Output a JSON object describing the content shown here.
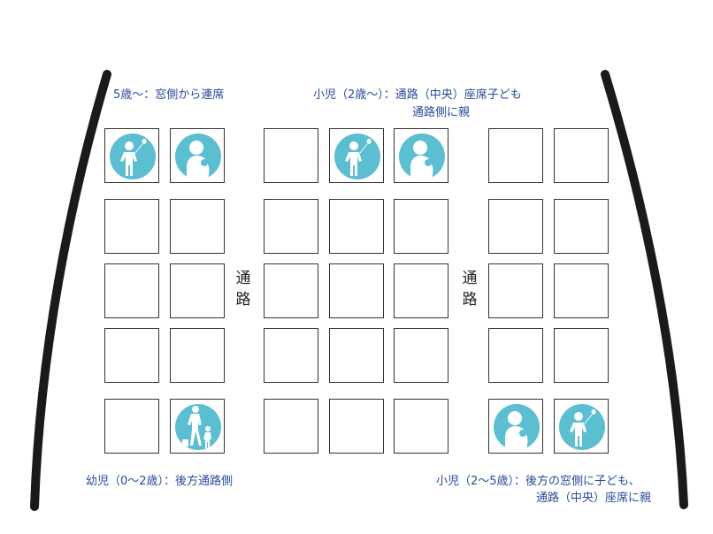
{
  "notes": {
    "top_left": "5歳〜：窓側から連席",
    "top_center_line1": "小児（2歳〜）：通路（中央）座席子ども",
    "top_center_line2": "通路側に親",
    "bottom_left": "幼児（0〜2歳）：後方通路側",
    "bottom_right_line1": "小児（2〜5歳）：後方の窓側に子ども、",
    "bottom_right_line2": "通路（中央）座席に親"
  },
  "aisle_label_chars": [
    "通",
    "路"
  ],
  "colors": {
    "occupant": "#5bbfd1",
    "note_text": "#2b4a9a",
    "wall": "#1a1a1a"
  },
  "seat_map": {
    "rows": 5,
    "columns": 7,
    "occupied": [
      {
        "row": 1,
        "col": 1,
        "icon": "child-with-balloon-icon"
      },
      {
        "row": 1,
        "col": 2,
        "icon": "parent-holding-child-icon"
      },
      {
        "row": 1,
        "col": 4,
        "icon": "child-with-balloon-icon"
      },
      {
        "row": 1,
        "col": 5,
        "icon": "parent-holding-child-icon"
      },
      {
        "row": 5,
        "col": 2,
        "icon": "parent-walking-with-child-icon"
      },
      {
        "row": 5,
        "col": 6,
        "icon": "parent-holding-child-icon"
      },
      {
        "row": 5,
        "col": 7,
        "icon": "child-with-balloon-icon"
      }
    ]
  }
}
